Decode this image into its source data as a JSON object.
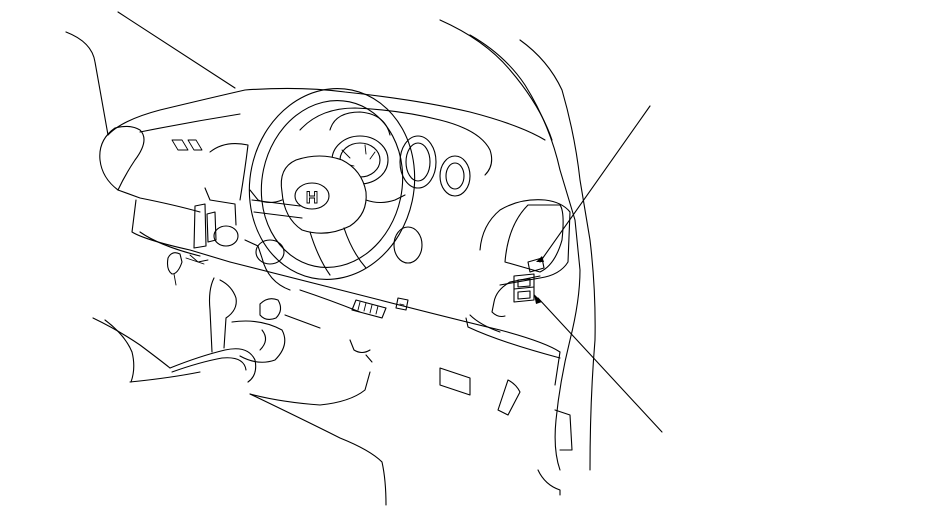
{
  "diagram": {
    "subject": "steering-wheel-logo",
    "logo_text": "H",
    "colors": {
      "background": "#ffffff",
      "line": "#000000"
    },
    "callouts": [
      {
        "id": "upper",
        "target": "upper-switch"
      },
      {
        "id": "lower",
        "target": "lower-switch"
      }
    ]
  }
}
